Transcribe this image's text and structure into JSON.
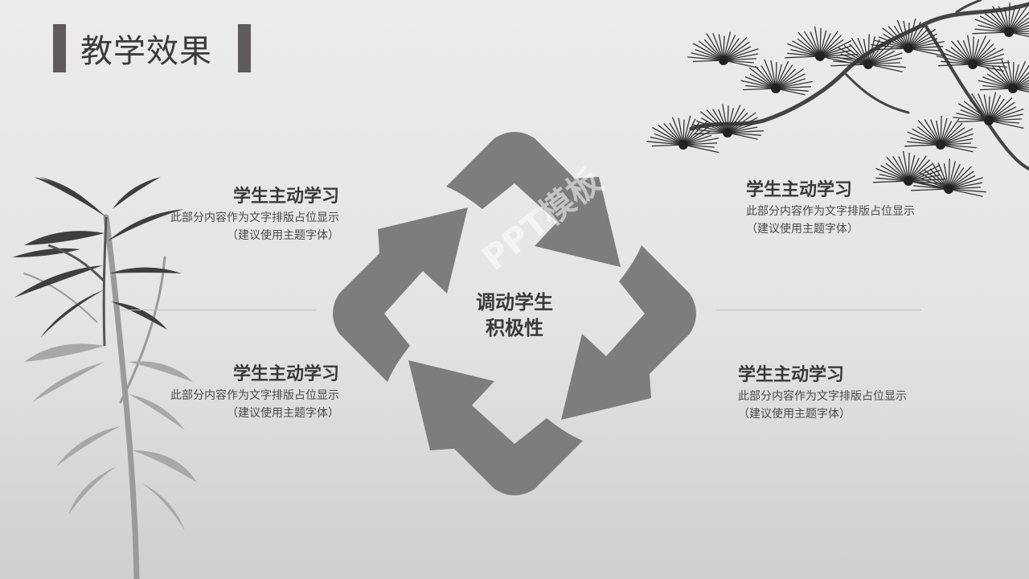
{
  "title": "教学效果",
  "center": {
    "line1": "调动学生",
    "line2": "积极性"
  },
  "watermark": "PPT模板",
  "blocks": {
    "top_left": {
      "heading": "学生主动学习",
      "desc1": "此部分内容作为文字排版占位显示",
      "desc2": "（建议使用主题字体）"
    },
    "bottom_left": {
      "heading": "学生主动学习",
      "desc1": "此部分内容作为文字排版占位显示",
      "desc2": "（建议使用主题字体）"
    },
    "top_right": {
      "heading": "学生主动学习",
      "desc1": "此部分内容作为文字排版占位显示",
      "desc2": "（建议使用主题字体）"
    },
    "bottom_right": {
      "heading": "学生主动学习",
      "desc1": "此部分内容作为文字排版占位显示",
      "desc2": "（建议使用主题字体）"
    }
  },
  "colors": {
    "arrow": "#7d7d7d",
    "title_bar": "#5f5a5c",
    "text": "#3a3a3a"
  },
  "icons": {
    "decoration_left": "bamboo-ink-painting",
    "decoration_top_right": "pine-branch-ink-painting",
    "diagram": "four-arrow-cycle"
  }
}
